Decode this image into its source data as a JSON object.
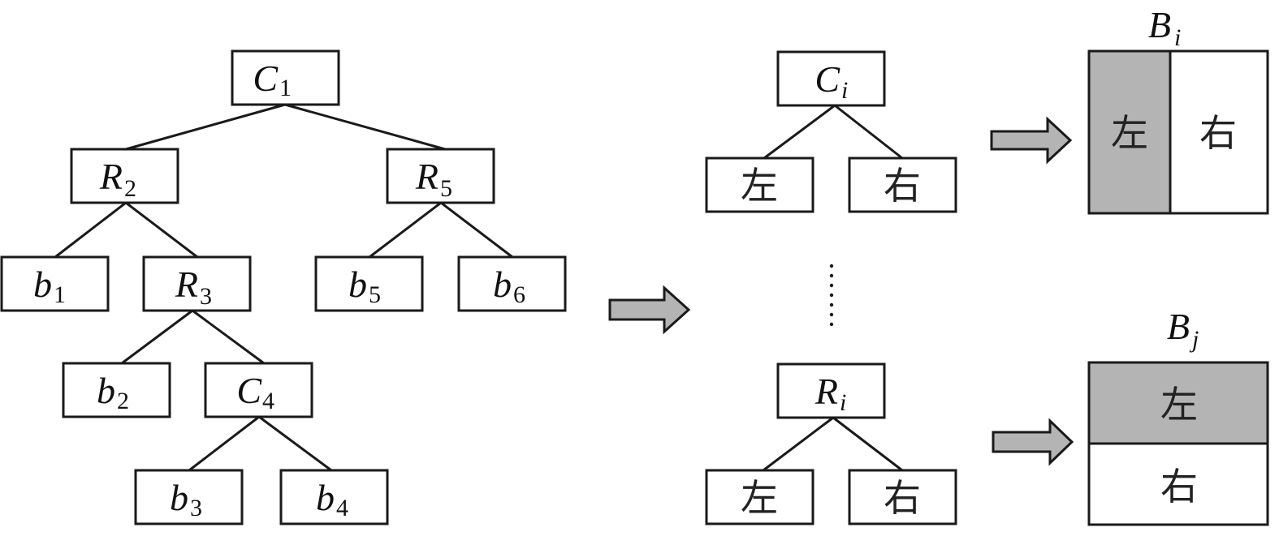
{
  "tree": {
    "root": {
      "letter": "C",
      "sub": "1"
    },
    "left": {
      "letter": "R",
      "sub": "2"
    },
    "right": {
      "letter": "R",
      "sub": "5"
    },
    "b1": {
      "letter": "b",
      "sub": "1"
    },
    "r3": {
      "letter": "R",
      "sub": "3"
    },
    "b5": {
      "letter": "b",
      "sub": "5"
    },
    "b6": {
      "letter": "b",
      "sub": "6"
    },
    "b2": {
      "letter": "b",
      "sub": "2"
    },
    "c4": {
      "letter": "C",
      "sub": "4"
    },
    "b3": {
      "letter": "b",
      "sub": "3"
    },
    "b4": {
      "letter": "b",
      "sub": "4"
    }
  },
  "templates": {
    "top": {
      "letter": "C",
      "sub": "i",
      "left": "左",
      "right": "右"
    },
    "bottom": {
      "letter": "R",
      "sub": "i",
      "left": "左",
      "right": "右"
    }
  },
  "blocks": {
    "bi": {
      "letter": "B",
      "sub": "i",
      "left": "左",
      "right": "右"
    },
    "bj": {
      "letter": "B",
      "sub": "j",
      "top": "左",
      "bottom": "右"
    }
  },
  "colors": {
    "shade": "#b4b4b4",
    "stroke": "#1a1a1a"
  }
}
